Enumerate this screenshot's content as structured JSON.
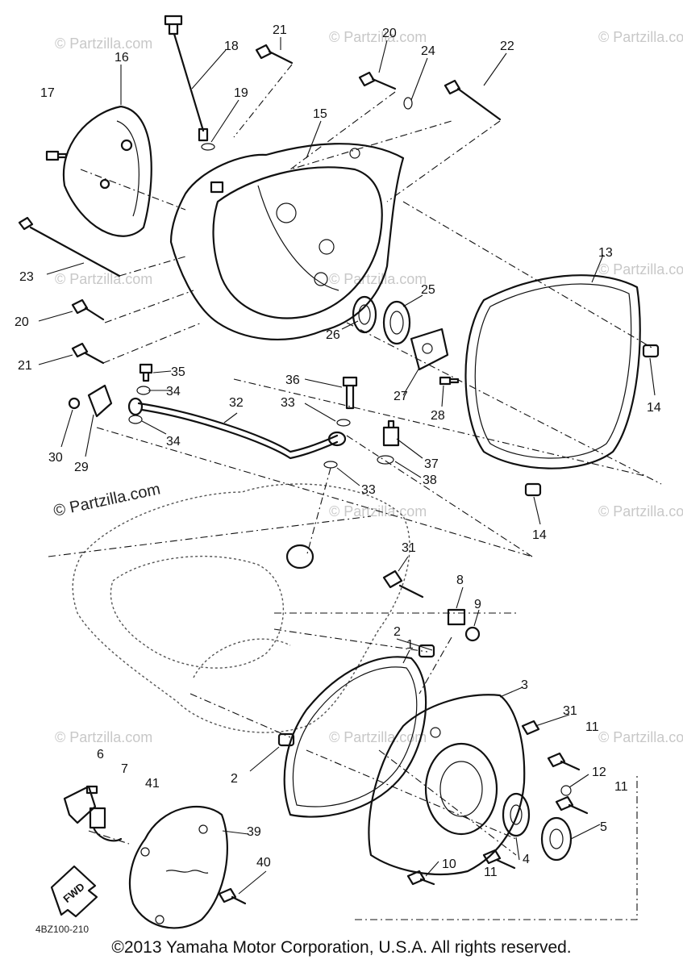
{
  "watermarks": {
    "text": "© Partzilla.com",
    "strong_text": "© Partzilla.com"
  },
  "drawing_code": "4BZ100-210",
  "fwd_label": "FWD",
  "copyright": "©2013 Yamaha Motor Corporation, U.S.A. All rights reserved.",
  "callouts": [
    "21",
    "20",
    "24",
    "22",
    "18",
    "16",
    "17",
    "19",
    "15",
    "23",
    "20",
    "21",
    "25",
    "13",
    "26",
    "35",
    "34",
    "36",
    "33",
    "27",
    "28",
    "14",
    "30",
    "29",
    "34",
    "32",
    "37",
    "38",
    "33",
    "14",
    "31",
    "8",
    "9",
    "2",
    "1",
    "3",
    "31",
    "11",
    "6",
    "7",
    "41",
    "2",
    "12",
    "11",
    "39",
    "5",
    "40",
    "10",
    "11",
    "4"
  ]
}
